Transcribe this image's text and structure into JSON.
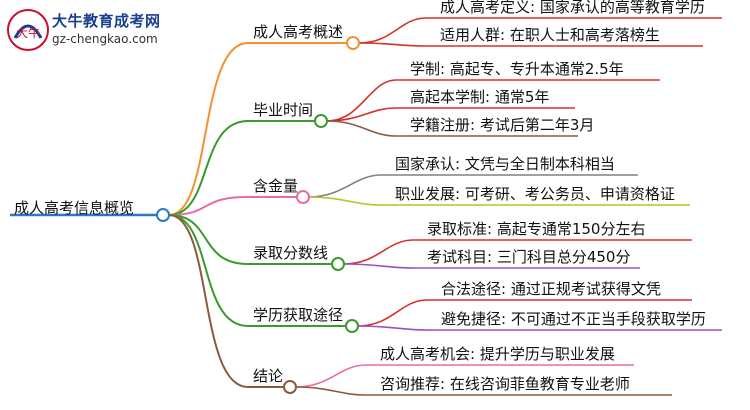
{
  "logo": {
    "title": "大牛教育成考网",
    "url": "gz-chengkao.com",
    "mark_text": "大牛"
  },
  "root": {
    "label": "成人高考信息概览",
    "color": "#2b78c6"
  },
  "branches": [
    {
      "label": "成人高考概述",
      "color": "#f2922e",
      "children": [
        "成人高考定义: 国家承认的高等教育学历",
        "适用人群: 在职人士和高考落榜生"
      ]
    },
    {
      "label": "毕业时间",
      "color": "#3a9a2e",
      "children": [
        "学制: 高起专、专升本通常2.5年",
        "高起本学制: 通常5年",
        "学籍注册: 考试后第二年3月"
      ]
    },
    {
      "label": "含金量",
      "color": "#e86aa8",
      "children": [
        "国家承认: 文凭与全日制本科相当",
        "职业发展: 可考研、考公务员、申请资格证"
      ]
    },
    {
      "label": "录取分数线",
      "color": "#3a9a2e",
      "children": [
        "录取标准: 高起专通常150分左右",
        "考试科目: 三门科目总分450分"
      ]
    },
    {
      "label": "学历获取途径",
      "color": "#3a9a2e",
      "children": [
        "合法途径: 通过正规考试获得文凭",
        "避免捷径: 不可通过不正当手段获取学历"
      ]
    },
    {
      "label": "结论",
      "color": "#8b5a3c",
      "children": [
        "成人高考机会: 提升学历与职业发展",
        "咨询推荐: 在线咨询菲鱼教育专业老师"
      ]
    }
  ],
  "leaf_colors": [
    [
      "#d6302a",
      "#d6302a"
    ],
    [
      "#d6302a",
      "#d6302a",
      "#8b5a3c"
    ],
    [
      "#808080",
      "#b8c22a"
    ],
    [
      "#d6302a",
      "#9a4fc4"
    ],
    [
      "#d6302a",
      "#9a4fc4"
    ],
    [
      "#e86aa8",
      "#8b5a3c"
    ]
  ]
}
